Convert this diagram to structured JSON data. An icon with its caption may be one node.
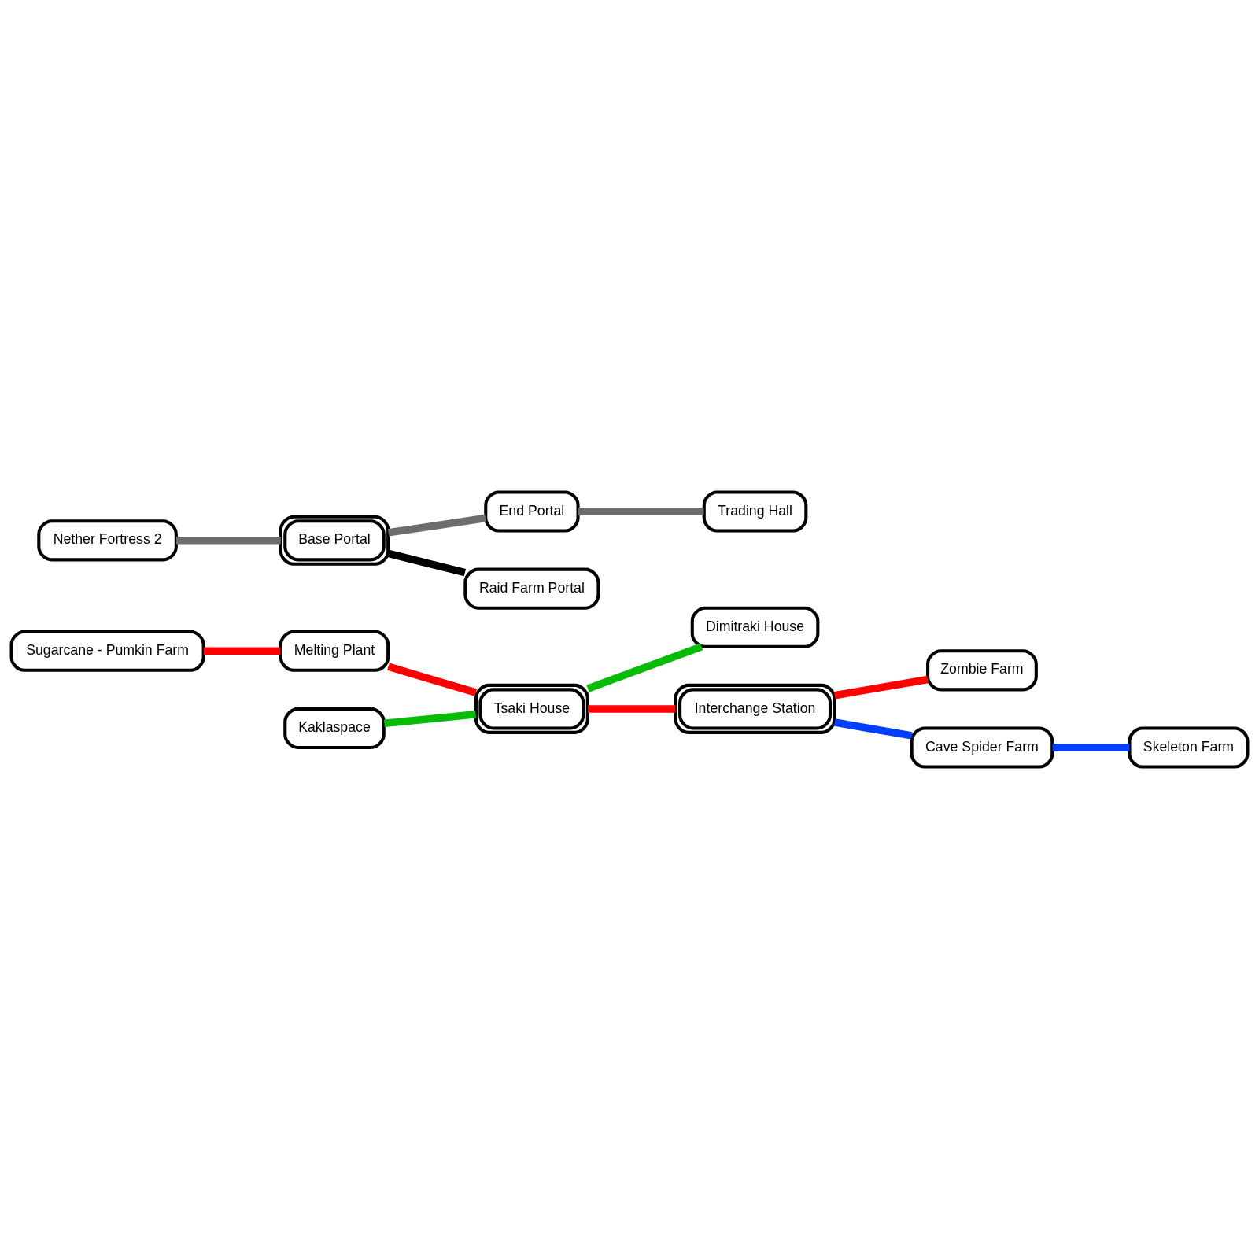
{
  "diagram": {
    "nodes": [
      {
        "text": [
          "Sugarcane - Pumkin Farm"
        ]
      },
      {
        "text": [
          "Melting Plant"
        ]
      },
      {
        "text": [
          "Tsaki House"
        ]
      },
      {
        "text": [
          "Dimitraki House"
        ]
      },
      {
        "text": [
          "Kaklaspace"
        ]
      },
      {
        "text": [
          "Interchange Station"
        ]
      },
      {
        "text": [
          "Zombie Farm"
        ]
      },
      {
        "text": [
          "Cave Spider Farm"
        ]
      },
      {
        "text": [
          "Skeleton Farm"
        ]
      },
      {
        "text": [
          "Nether Fortress 2"
        ]
      },
      {
        "text": [
          "Base Portal"
        ]
      },
      {
        "text": [
          "End Portal"
        ]
      },
      {
        "text": [
          "Trading Hall"
        ]
      },
      {
        "text": [
          "Raid Farm Portal"
        ]
      }
    ],
    "edges": [
      {
        "from": 0,
        "to": 1,
        "arrow": "none",
        "color": "#ff0000"
      },
      {
        "from": 1,
        "to": 2,
        "arrow": "none",
        "color": "#ff0000"
      },
      {
        "from": 2,
        "to": 5,
        "arrow": "none",
        "color": "#ff0000"
      },
      {
        "from": 5,
        "to": 6,
        "arrow": "none",
        "color": "#ff0000"
      },
      {
        "from": 4,
        "to": 2,
        "arrow": "none",
        "color": "#07bb07"
      },
      {
        "from": 2,
        "to": 3,
        "arrow": "none",
        "color": "#07bb07"
      },
      {
        "from": 5,
        "to": 7,
        "arrow": "none",
        "color": "#003fff"
      },
      {
        "from": 7,
        "to": 8,
        "arrow": "none",
        "color": "#003fff"
      },
      {
        "from": 9,
        "to": 10,
        "arrow": "none",
        "color": "#6d6d6d"
      },
      {
        "from": 10,
        "to": 11,
        "arrow": "none",
        "color": "#6d6d6d"
      },
      {
        "from": 11,
        "to": 12,
        "arrow": "none",
        "color": "#6d6d6d"
      },
      {
        "from": 10,
        "to": 13,
        "arrow": "none",
        "color": "#000000"
      }
    ]
  }
}
